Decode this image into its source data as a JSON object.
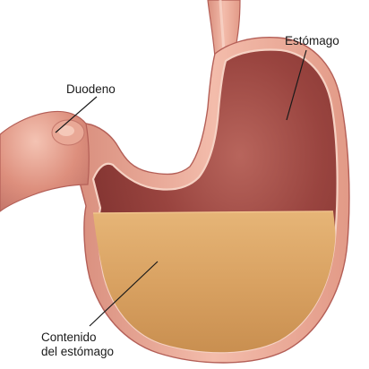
{
  "diagram": {
    "labels": {
      "estomago": "Estómago",
      "duodeno": "Duodeno",
      "contenido_line1": "Contenido",
      "contenido_line2": "del estómago"
    },
    "colors": {
      "wall_outer": "#e8a08c",
      "wall_highlight": "#f6cbbb",
      "wall_line": "#b45f57",
      "interior": "#8e3a37",
      "interior_light": "#c07a6c",
      "content": "#d9a462",
      "content_dark": "#c08a4a",
      "content_surface": "#e4b276"
    }
  }
}
